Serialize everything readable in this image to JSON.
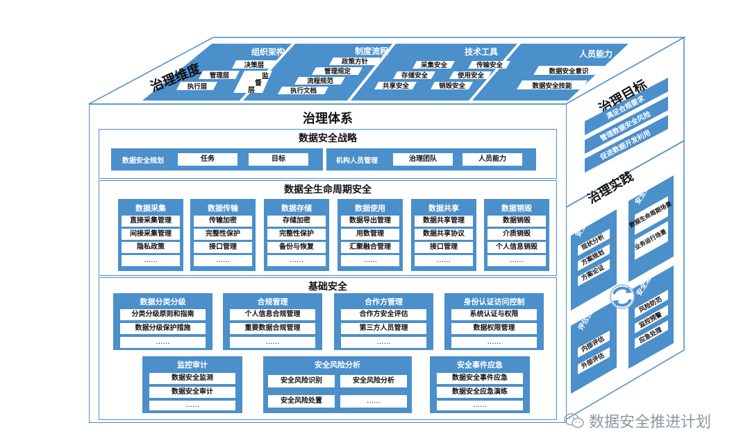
{
  "top": {
    "title": "治理维度",
    "org": {
      "label": "组织架构",
      "items": [
        "决策层",
        "管理层",
        "执行层"
      ],
      "supervise_chars": [
        "监",
        "督",
        "层"
      ]
    },
    "policy": {
      "label": "制度流程",
      "items": [
        "政策方针",
        "管理规定",
        "流程规范",
        "执行文档"
      ]
    },
    "tech": {
      "label": "技术工具",
      "items": [
        "采集安全",
        "传输安全",
        "存储安全",
        "使用安全",
        "共享安全",
        "销毁安全"
      ]
    },
    "people": {
      "label": "人员能力",
      "items": [
        "数据安全意识",
        "数据安全技能"
      ]
    }
  },
  "side": {
    "goal_title": "治理目标",
    "goals": [
      "满足合规要求",
      "管理数据安全风险",
      "促进数据开发利用"
    ],
    "practice_title": "治理实践",
    "planning": {
      "label": "安全规划",
      "items": [
        "现状分析",
        "方案规划",
        "方案论证"
      ]
    },
    "building": {
      "label": "安全建设",
      "items": [
        "数据生命周期场景",
        "业务运行场景"
      ]
    },
    "evaluation": {
      "label": "评估优化",
      "items": [
        "内部评估",
        "外部评估"
      ]
    },
    "operation": {
      "label": "安全运营",
      "items": [
        "风险防范",
        "监控预警",
        "应急处理"
      ]
    }
  },
  "main": {
    "title": "治理体系",
    "strategy": {
      "title": "数据安全战略",
      "left": {
        "label": "数据安全规划",
        "items": [
          "任务",
          "目标"
        ]
      },
      "right": {
        "label": "机构人员管理",
        "items": [
          "治理团队",
          "人员能力"
        ]
      }
    },
    "lifecycle": {
      "title": "数据全生命周期安全",
      "stages": [
        {
          "label": "数据采集",
          "items": [
            "直接采集管理",
            "间接采集管理",
            "隐私政策",
            "……"
          ]
        },
        {
          "label": "数据传输",
          "items": [
            "传输加密",
            "完整性保护",
            "接口管理",
            "……"
          ]
        },
        {
          "label": "数据存储",
          "items": [
            "存储加密",
            "完整性保护",
            "备份与恢复",
            "……"
          ]
        },
        {
          "label": "数据使用",
          "items": [
            "数据导出管理",
            "用数管理",
            "汇聚融合管理",
            "……"
          ]
        },
        {
          "label": "数据共享",
          "items": [
            "数据共享管理",
            "数据共享协议",
            "接口管理",
            "……"
          ]
        },
        {
          "label": "数据销毁",
          "items": [
            "数据销毁",
            "介质销毁",
            "个人信息销毁",
            "……"
          ]
        }
      ]
    },
    "basic": {
      "title": "基础安全",
      "row1": [
        {
          "label": "数据分类分级",
          "items": [
            "分类分级原则和指南",
            "数据分级保护措施",
            "……"
          ]
        },
        {
          "label": "合规管理",
          "items": [
            "个人信息合规管理",
            "重要数据合规管理",
            "……"
          ]
        },
        {
          "label": "合作方管理",
          "items": [
            "合作方安全评估",
            "第三方人员管理",
            "……"
          ]
        },
        {
          "label": "身份认证访问控制",
          "items": [
            "系统认证与权限",
            "数据权限管理",
            "……"
          ]
        }
      ],
      "monitor": {
        "label": "监控审计",
        "items": [
          "数据安全监测",
          "数据安全审计",
          "……"
        ]
      },
      "risk": {
        "label": "安全风险分析",
        "items": [
          "安全风险识别",
          "安全风险分析",
          "安全风险处置",
          "……"
        ]
      },
      "incident": {
        "label": "安全事件应急",
        "items": [
          "数据安全事件应急",
          "数据安全应急演练",
          "……"
        ]
      }
    }
  },
  "watermark": "数据安全推进计划"
}
